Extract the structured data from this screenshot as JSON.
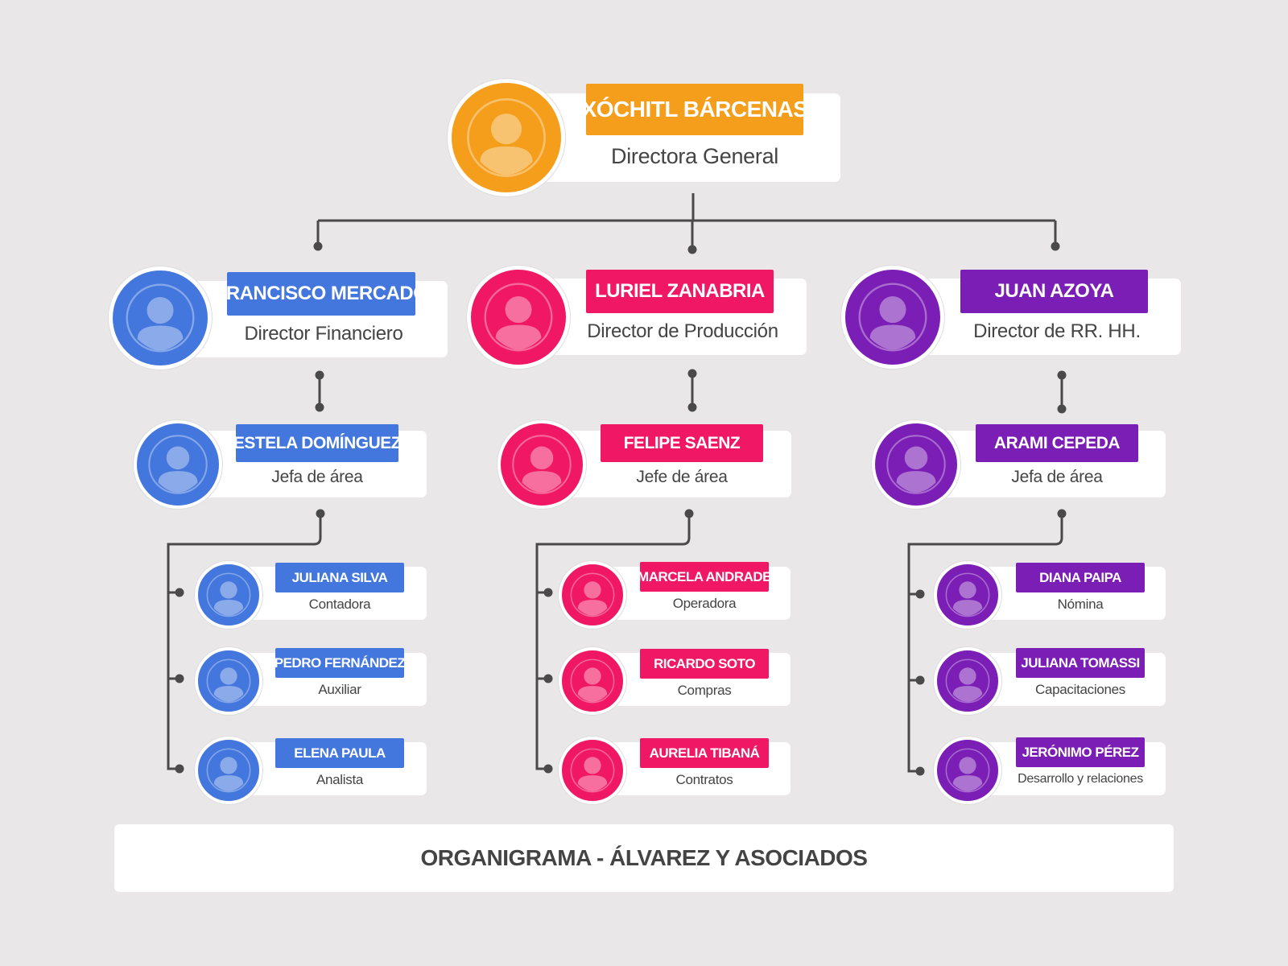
{
  "colors": {
    "orange": "#f49e1b",
    "blue": "#4477dd",
    "pink": "#f01864",
    "purple": "#7a1eb5",
    "line": "#4a4a4a",
    "text": "#444444"
  },
  "avatar_icon": "user-silhouette-icon",
  "root": {
    "name": "XÓCHITL BÁRCENAS",
    "role": "Directora General"
  },
  "directors": [
    {
      "name": "FRANCISCO MERCADO",
      "role": "Director Financiero"
    },
    {
      "name": "LURIEL ZANABRIA",
      "role": "Director de Producción"
    },
    {
      "name": "JUAN AZOYA",
      "role": "Director de RR. HH."
    }
  ],
  "heads": [
    {
      "name": "ESTELA DOMÍNGUEZ",
      "role": "Jefa de área"
    },
    {
      "name": "FELIPE SAENZ",
      "role": "Jefe de área"
    },
    {
      "name": "ARAMI CEPEDA",
      "role": "Jefa de área"
    }
  ],
  "staff": [
    [
      {
        "name": "JULIANA SILVA",
        "role": "Contadora"
      },
      {
        "name": "PEDRO FERNÁNDEZ",
        "role": "Auxiliar"
      },
      {
        "name": "ELENA PAULA",
        "role": "Analista"
      }
    ],
    [
      {
        "name": "MARCELA ANDRADE",
        "role": "Operadora"
      },
      {
        "name": "RICARDO SOTO",
        "role": "Compras"
      },
      {
        "name": "AURELIA TIBANÁ",
        "role": "Contratos"
      }
    ],
    [
      {
        "name": "DIANA PAIPA",
        "role": "Nómina"
      },
      {
        "name": "JULIANA TOMASSI",
        "role": "Capacitaciones"
      },
      {
        "name": "JERÓNIMO PÉREZ",
        "role": "Desarrollo y relaciones"
      }
    ]
  ],
  "footer": {
    "title": "ORGANIGRAMA  - ÁLVAREZ Y ASOCIADOS"
  }
}
